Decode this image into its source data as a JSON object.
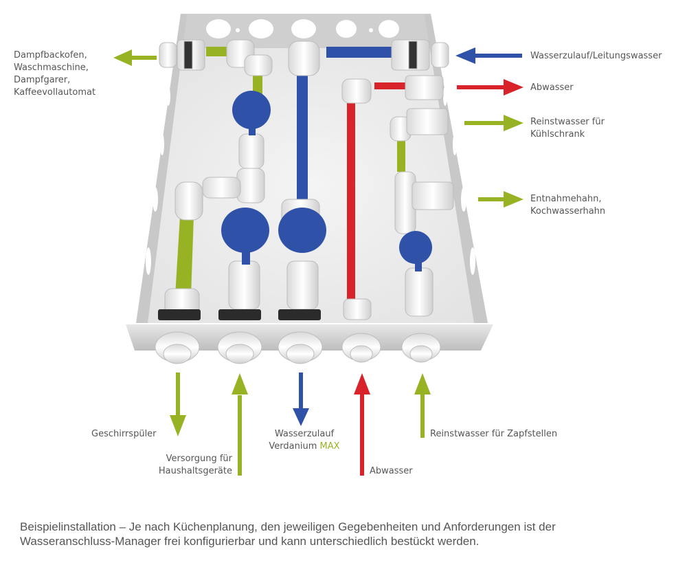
{
  "colors": {
    "green": "#97b324",
    "blue": "#2f52a8",
    "red": "#d8232a",
    "text": "#555555"
  },
  "labels": {
    "top_left": [
      "Dampfbackofen,",
      "Waschmaschine,",
      "Dampfgarer,",
      "Kaffeevollautomat"
    ],
    "right_1": "Wasserzulauf/Leitungswasser",
    "right_2": "Abwasser",
    "right_3": [
      "Reinstwasser für",
      "Kühlschrank"
    ],
    "right_4": [
      "Entnahmehahn,",
      "Kochwasserhahn"
    ],
    "bottom_1": "Geschirrspüler",
    "bottom_2": [
      "Versorgung für",
      "Haushaltsgeräte"
    ],
    "bottom_3": [
      "Wasserzulauf",
      "Verdanium",
      "MAX"
    ],
    "bottom_4": "Abwasser",
    "bottom_5": "Reinstwasser für Zapfstellen"
  },
  "caption": [
    "Beispielinstallation – Je nach Küchenplanung, den jeweiligen Gegebenheiten und Anforderungen ist der",
    "Wasseranschluss-Manager frei konfigurierbar und kann unterschiedlich bestückt werden."
  ]
}
